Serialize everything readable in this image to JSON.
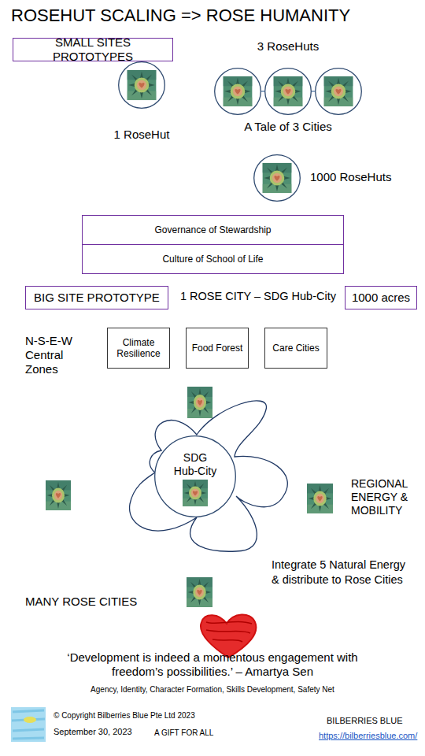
{
  "diagram": {
    "title": "ROSEHUT SCALING => ROSE HUMANITY",
    "nodes": [
      {
        "text": [
          "SMALL SITES PROTOTYPES"
        ]
      },
      {
        "text": [
          "1 RoseHut"
        ]
      },
      {
        "text": []
      },
      {
        "text": [
          "3 RoseHuts",
          "A Tale of 3 Cities"
        ]
      },
      {
        "text": []
      },
      {
        "text": [
          "1000 RoseHuts"
        ]
      },
      {
        "text": [
          "Governance of Stewardship"
        ]
      },
      {
        "text": [
          "Culture of School of Life"
        ]
      },
      {
        "text": [
          "BIG SITE PROTOTYPE"
        ]
      },
      {
        "text": [
          "1000 acres"
        ]
      },
      {
        "text": [
          "Climate Resilience"
        ]
      },
      {
        "text": [
          "Food Forest"
        ]
      },
      {
        "text": [
          "Care Cities"
        ]
      },
      {
        "text": [
          "SDG Hub-City"
        ]
      }
    ],
    "edges": [
      {
        "from": 2,
        "to": 3,
        "arrow": "none"
      },
      {
        "from": 3,
        "to": 4,
        "arrow": "none"
      }
    ],
    "labels": [
      "1 ROSE CITY – SDG Hub-City",
      "N-S-E-W Central Zones",
      "REGIONAL ENERGY & MOBILITY",
      "Integrate 5 Natural Energy & distribute to Rose Cities",
      "MANY ROSE CITIES",
      "‘Development is indeed a momentous engagement with freedom’s possibilities.’ – Amartya Sen",
      "Agency, Identity, Character Formation, Skills Development, Safety Net",
      "© Copyright Bilberries Blue Pte Ltd 2023",
      "September 30, 2023",
      "A GIFT FOR ALL",
      "BILBERRIES BLUE",
      "https://bilberriesblue.com/"
    ]
  }
}
